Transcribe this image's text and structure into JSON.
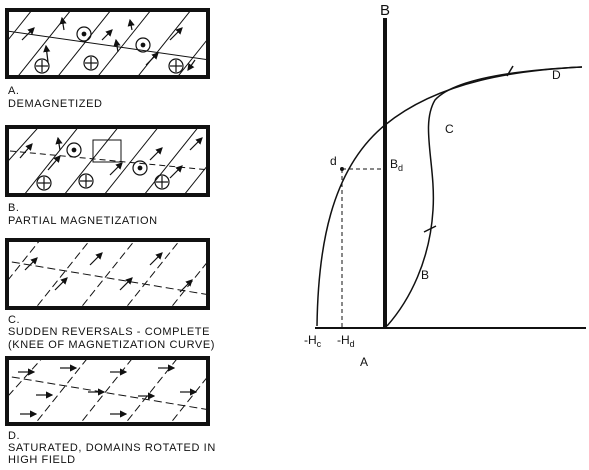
{
  "panels": [
    {
      "letter": "A.",
      "caption_lines": [
        "DEMAGNETIZED"
      ]
    },
    {
      "letter": "B.",
      "caption_lines": [
        "PARTIAL MAGNETIZATION"
      ]
    },
    {
      "letter": "C.",
      "caption_lines": [
        "SUDDEN REVERSALS - COMPLETE",
        "(KNEE OF MAGNETIZATION CURVE)"
      ]
    },
    {
      "letter": "D.",
      "caption_lines": [
        "SATURATED, DOMAINS ROTATED IN",
        "HIGH FIELD"
      ]
    }
  ],
  "graph": {
    "y_axis_label": "B",
    "origin_label": "A",
    "neg_coercive_main": "-H",
    "neg_coercive_sub": "c",
    "neg_demag_main": "-H",
    "neg_demag_sub": "d",
    "point_d_label": "d",
    "bd_main": "B",
    "bd_sub": "d",
    "curve_labels": {
      "B": "B",
      "C": "C",
      "D": "D"
    }
  }
}
